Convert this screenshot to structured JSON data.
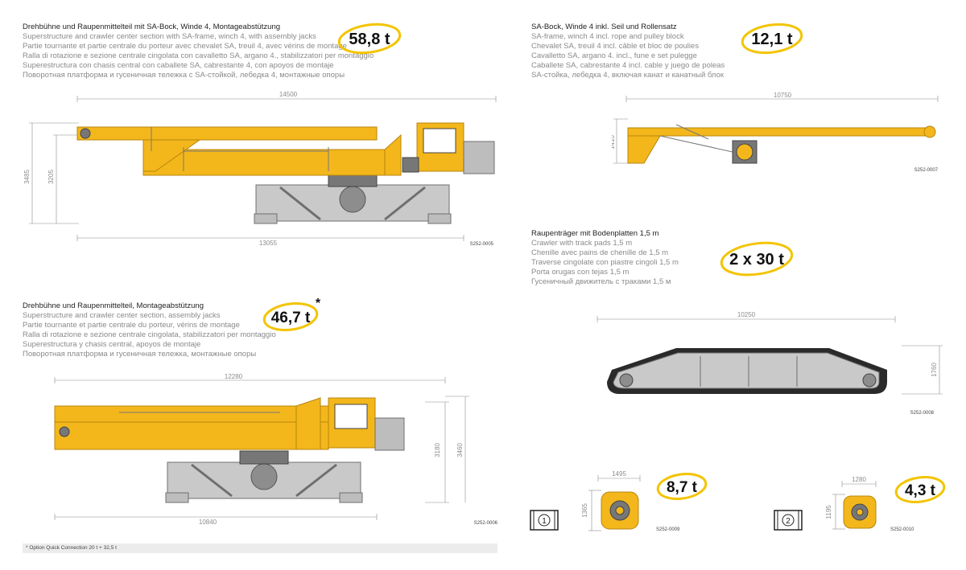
{
  "colors": {
    "machine": "#f3b71c",
    "machine_dark": "#b9840d",
    "steel": "#c9c9c9",
    "steel_dark": "#6f6f6f",
    "badge_ring": "#f3c400",
    "dim": "#8c8c8c"
  },
  "sections": [
    {
      "title": "Drehbühne und Raupenmittelteil mit SA-Bock, Winde 4, Montageabstützung",
      "lines": [
        "Superstructure and crawler center section with SA-frame, winch 4, with assembly jacks",
        "Partie tournante et partie centrale du porteur avec chevalet SA, treuil 4, avec vérins de montage",
        "Ralla di rotazione e sezione centrale cingolata con cavalletto SA, argano 4., stabilizzatori per montaggio",
        "Superestructura con chasis central con caballete SA, cabrestante 4, con apoyos de montaje",
        "Поворотная платформа и гусеничная тележка с SA-стойкой, лебедка 4, монтажные опоры"
      ],
      "weight": "58,8 t",
      "dims": {
        "length_top": "14500",
        "length_bottom": "13055",
        "height_outer": "3485",
        "height_inner": "3205"
      },
      "code": "S252-0005"
    },
    {
      "title": "SA-Bock, Winde 4 inkl. Seil und Rollensatz",
      "lines": [
        "SA-frame, winch 4 incl. rope and pulley block",
        "Chevalet SA, treuil 4 incl. câble et bloc de poulies",
        "Cavalletto SA, argano 4. incl., fune e set pulegge",
        "Caballete SA, cabrestante 4 incl. cable y juego de poleas",
        "SA-стойка, лебедка 4, включая канат и канатный блок"
      ],
      "weight": "12,1 t",
      "dims": {
        "length": "10750",
        "height": "1410"
      },
      "code": "S252-0007"
    },
    {
      "title": "Drehbühne und Raupenmittelteil, Montageabstützung",
      "lines": [
        "Superstructure and crawler center section, assembly jacks",
        "Partie tournante et partie centrale du porteur, vérins de montage",
        "Ralla di rotazione e sezione centrale cingolata, stabilizzatori per montaggio",
        "Superestructura y chasis central, apoyos de montaje",
        "Поворотная платформа и гусеничная тележка, монтажные опоры"
      ],
      "weight": "46,7 t",
      "asterisk": "*",
      "dims": {
        "length_top": "12280",
        "length_bottom": "10840",
        "height_outer": "3460",
        "height_inner": "3180"
      },
      "code": "S252-0006"
    },
    {
      "title": "Raupenträger mit Bodenplatten 1,5 m",
      "lines": [
        "Crawler with track pads 1,5 m",
        "Chenille avec pains de chenille de 1,5 m",
        "Traverse cingolate con piastre cingoli 1,5 m",
        "Porta orugas con tejas 1,5 m",
        "Гусеничный движитель с траками 1,5 м"
      ],
      "weight": "2 x 30 t",
      "dims": {
        "length": "10250",
        "height": "1760"
      },
      "code": "S252-0008"
    },
    {
      "weight": "8,7 t",
      "marker": "1",
      "dims": {
        "width": "1495",
        "height": "1365"
      },
      "code": "S252-0009"
    },
    {
      "weight": "4,3 t",
      "marker": "2",
      "dims": {
        "width": "1280",
        "height": "1195"
      },
      "code": "S252-0010"
    }
  ],
  "footnote": "* Option Quick Connection 20 t + 32,5 t"
}
